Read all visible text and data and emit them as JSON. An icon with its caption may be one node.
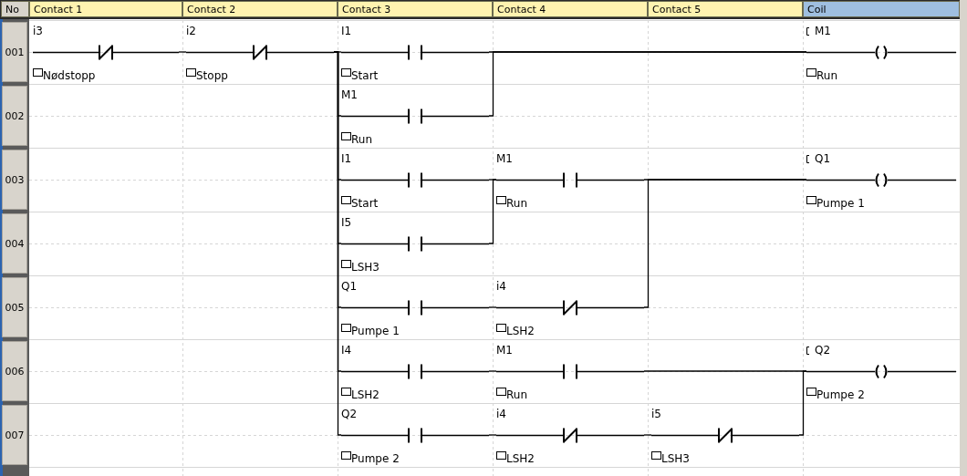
{
  "diagram": {
    "nodes": [
      {
        "text": [
          "i3",
          "Nødstopp"
        ]
      },
      {
        "text": [
          "i2",
          "Stopp"
        ]
      },
      {
        "text": [
          "I1",
          "Start"
        ]
      },
      {
        "text": [
          "M1",
          "Run"
        ]
      },
      {
        "text": [
          "M1",
          "Run"
        ]
      },
      {
        "text": [
          "I1",
          "Start"
        ]
      },
      {
        "text": [
          "M1",
          "Run"
        ]
      },
      {
        "text": [
          "Q1",
          "Pumpe 1"
        ]
      },
      {
        "text": [
          "I5",
          "LSH3"
        ]
      },
      {
        "text": [
          "Q1",
          "Pumpe 1"
        ]
      },
      {
        "text": [
          "i4",
          "LSH2"
        ]
      },
      {
        "text": [
          "I4",
          "LSH2"
        ]
      },
      {
        "text": [
          "M1",
          "Run"
        ]
      },
      {
        "text": [
          "Q2",
          "Pumpe 2"
        ]
      },
      {
        "text": [
          "Q2",
          "Pumpe 2"
        ]
      },
      {
        "text": [
          "i4",
          "LSH2"
        ]
      },
      {
        "text": [
          "i5",
          "LSH3"
        ]
      }
    ],
    "edges": [
      {
        "from": 0,
        "to": 1,
        "arrow": "none"
      },
      {
        "from": 1,
        "to": 2,
        "arrow": "none"
      },
      {
        "from": 1,
        "to": 4,
        "arrow": "none"
      },
      {
        "from": 2,
        "to": 3,
        "arrow": "none"
      },
      {
        "from": 4,
        "to": 3,
        "arrow": "none"
      },
      {
        "from": 1,
        "to": 5,
        "arrow": "none"
      },
      {
        "from": 1,
        "to": 8,
        "arrow": "none"
      },
      {
        "from": 1,
        "to": 9,
        "arrow": "none"
      },
      {
        "from": 1,
        "to": 11,
        "arrow": "none"
      },
      {
        "from": 1,
        "to": 14,
        "arrow": "none"
      },
      {
        "from": 5,
        "to": 6,
        "arrow": "none"
      },
      {
        "from": 8,
        "to": 6,
        "arrow": "none"
      },
      {
        "from": 6,
        "to": 7,
        "arrow": "none"
      },
      {
        "from": 9,
        "to": 10,
        "arrow": "none"
      },
      {
        "from": 10,
        "to": 7,
        "arrow": "none"
      },
      {
        "from": 11,
        "to": 12,
        "arrow": "none"
      },
      {
        "from": 12,
        "to": 13,
        "arrow": "none"
      },
      {
        "from": 14,
        "to": 15,
        "arrow": "none"
      },
      {
        "from": 15,
        "to": 16,
        "arrow": "none"
      },
      {
        "from": 16,
        "to": 13,
        "arrow": "none"
      }
    ],
    "labels": [
      "No",
      "Contact 1",
      "Contact 2",
      "Contact 3",
      "Contact 4",
      "Contact 5",
      "Coil",
      "001",
      "002",
      "003",
      "004",
      "005",
      "006",
      "007"
    ]
  }
}
